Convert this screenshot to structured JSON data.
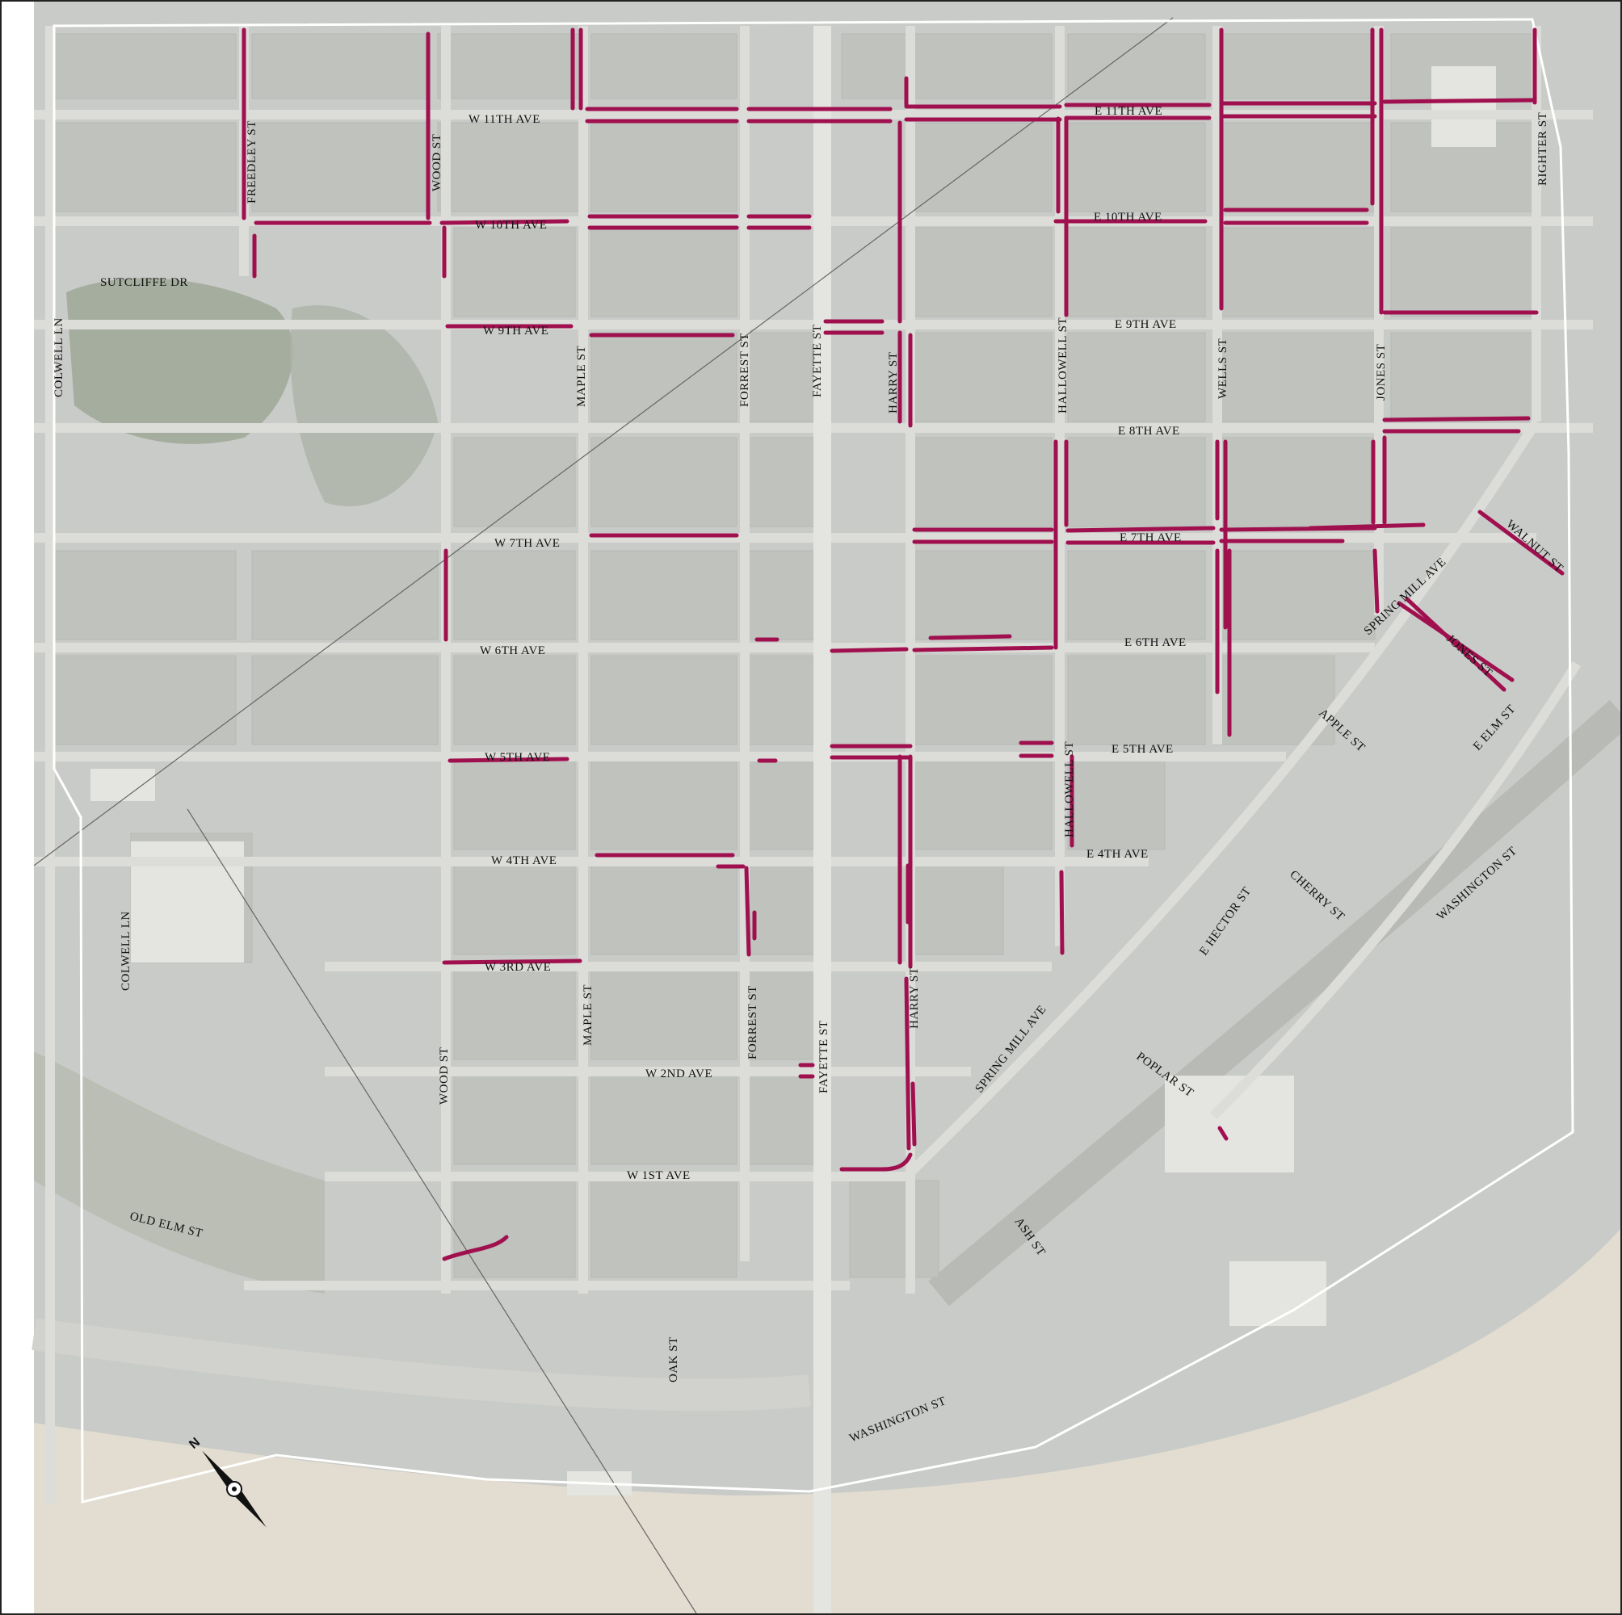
{
  "map": {
    "colors": {
      "land": "#c9cbc8",
      "block": "#bfc2bd",
      "road": "#dcdcd8",
      "major_road": "#e4e4e0",
      "river": "#e2ddd0",
      "park": "#9ca594",
      "highlight": "#a0104f",
      "boundary": "#ffffff",
      "label": "#111111"
    },
    "labels": {
      "w11": "W 11TH AVE",
      "e11": "E 11TH AVE",
      "w10": "W 10TH AVE",
      "e10": "E 10TH AVE",
      "w9": "W 9TH AVE",
      "e9": "E 9TH AVE",
      "e8": "E 8TH AVE",
      "w7": "W 7TH AVE",
      "e7": "E 7TH AVE",
      "w6": "W 6TH AVE",
      "e6": "E 6TH AVE",
      "w5": "W 5TH AVE",
      "e5": "E 5TH AVE",
      "w4": "W 4TH AVE",
      "e4": "E 4TH AVE",
      "w3": "W 3RD AVE",
      "w2": "W 2ND AVE",
      "w1": "W 1ST AVE",
      "sutcliffe": "SUTCLIFFE DR",
      "colwell_top": "COLWELL LN",
      "colwell_bottom": "COLWELL LN",
      "freedley": "FREEDLEY ST",
      "wood_top": "WOOD ST",
      "wood_bottom": "WOOD ST",
      "maple_top": "MAPLE ST",
      "maple_bottom": "MAPLE ST",
      "forrest_top": "FORREST ST",
      "forrest_bottom": "FORREST ST",
      "fayette_top": "FAYETTE ST",
      "fayette_bottom": "FAYETTE ST",
      "harry_top": "HARRY ST",
      "harry_bottom": "HARRY ST",
      "hallowell_top": "HALLOWELL ST",
      "hallowell_bottom": "HALLOWELL ST",
      "wells": "WELLS ST",
      "jones_top": "JONES ST",
      "jones_lower": "JONES ST",
      "righter": "RIGHTER ST",
      "walnut": "WALNUT ST",
      "spring_mill_top": "SPRING MILL AVE",
      "spring_mill_bottom": "SPRING MILL AVE",
      "apple": "APPLE ST",
      "e_elm": "E ELM ST",
      "cherry": "CHERRY ST",
      "e_hector": "E HECTOR ST",
      "washington_right": "WASHINGTON ST",
      "washington_bottom": "WASHINGTON ST",
      "poplar": "POPLAR ST",
      "ash": "ASH ST",
      "old_elm": "OLD ELM ST",
      "oak": "OAK ST"
    },
    "north_arrow": {
      "icon": "north-arrow-icon",
      "letter": "N"
    }
  }
}
